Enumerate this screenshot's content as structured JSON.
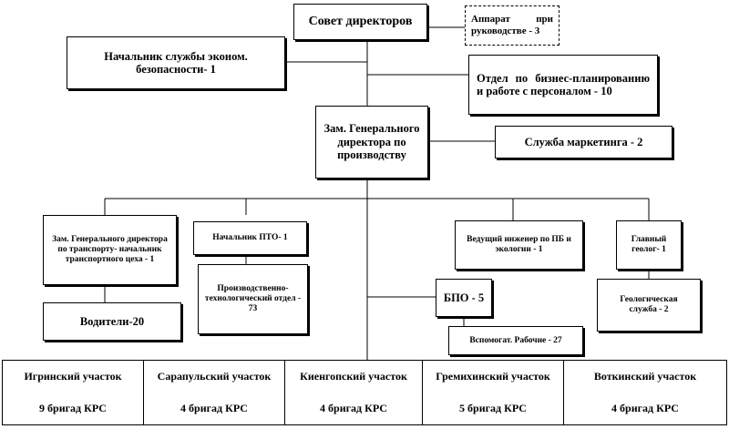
{
  "top": {
    "board": "Совет директоров",
    "apparatus": "Аппарат при руководстве - 3",
    "security": "Начальник службы эконом. безопасности- 1",
    "bizplan": "Отдел по бизнес-планированию и работе с персоналом - 10",
    "deputy": "Зам. Генерального директора по производству",
    "marketing": "Служба маркетинга - 2"
  },
  "middle": {
    "transport_deputy": "Зам. Генерального директора по транспорту- начальник транспортного цеха - 1",
    "drivers": "Водители-20",
    "pto_head": "Начальник ПТО- 1",
    "pto_dept": "Производственно-технологический отдел - 73",
    "bpo": "БПО - 5",
    "aux_workers": "Вспомогат. Рабочие - 27",
    "lead_engineer": "Ведущий инженер по ПБ и экологии - 1",
    "chief_geologist": "Главный геолог- 1",
    "geo_service": "Геологическая служба - 2"
  },
  "sites": [
    {
      "name": "Игринский участок",
      "brigades": "9 бригад КРС"
    },
    {
      "name": "Сарапульский участок",
      "brigades": "4 бригад КРС"
    },
    {
      "name": "Киенгопский участок",
      "brigades": "4 бригад КРС"
    },
    {
      "name": "Гремихинский участок",
      "brigades": "5 бригад КРС"
    },
    {
      "name": "Воткинский участок",
      "brigades": "4 бригад КРС"
    }
  ]
}
